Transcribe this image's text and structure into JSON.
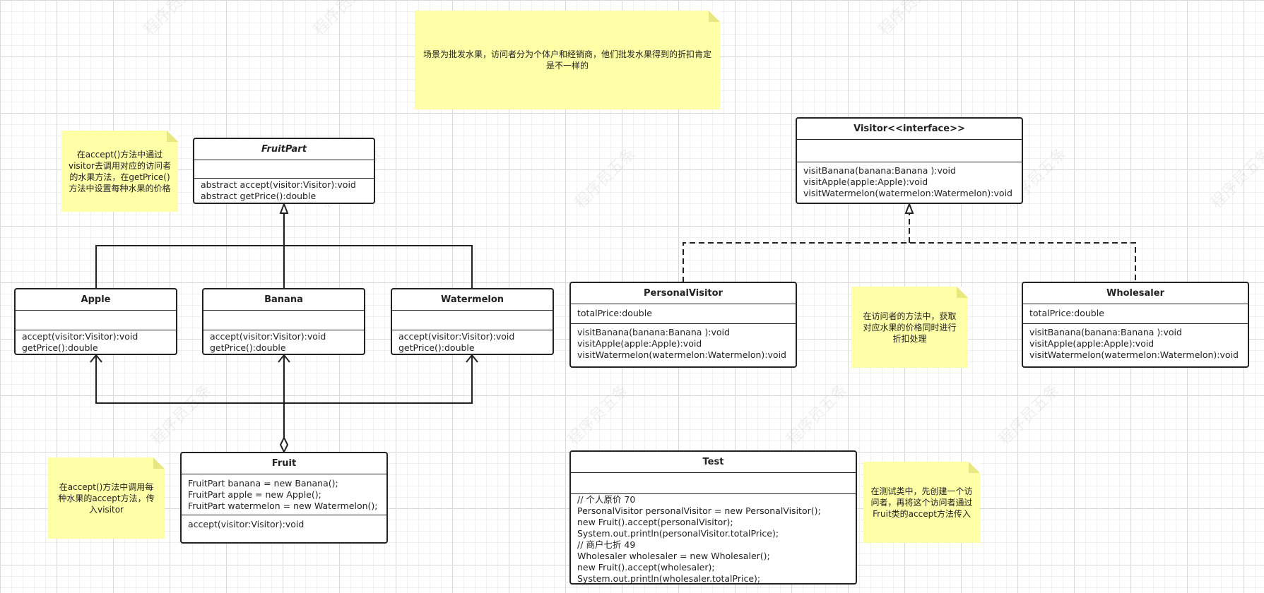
{
  "notes": {
    "top": "场景为批发水果，访问者分为个体户和经销商，他们批发水果得到的折扣肯定是不一样的",
    "fruitpart": "在accept()方法中通过visitor去调用对应的访问者的水果方法，在getPrice()方法中设置每种水果的价格",
    "fruit": "在accept()方法中调用每种水果的accept方法，传入visitor",
    "visitor": "在访问者的方法中，获取对应水果的价格同时进行折扣处理",
    "test": "在测试类中，先创建一个访问者，再将这个访问者通过Fruit类的accept方法传入"
  },
  "classes": {
    "fruitpart": {
      "name": "FruitPart",
      "methods": [
        "abstract accept(visitor:Visitor):void",
        "abstract getPrice():double"
      ]
    },
    "apple": {
      "name": "Apple",
      "methods": [
        "accept(visitor:Visitor):void",
        "getPrice():double"
      ]
    },
    "banana": {
      "name": "Banana",
      "methods": [
        "accept(visitor:Visitor):void",
        "getPrice():double"
      ]
    },
    "watermelon": {
      "name": "Watermelon",
      "methods": [
        "accept(visitor:Visitor):void",
        "getPrice():double"
      ]
    },
    "fruit": {
      "name": "Fruit",
      "fields": [
        "FruitPart banana = new Banana();",
        "FruitPart apple = new Apple();",
        "FruitPart watermelon = new Watermelon();"
      ],
      "methods": [
        "accept(visitor:Visitor):void"
      ]
    },
    "visitor": {
      "name": "Visitor<<interface>>",
      "methods": [
        "visitBanana(banana:Banana ):void",
        "visitApple(apple:Apple):void",
        "visitWatermelon(watermelon:Watermelon):void"
      ]
    },
    "personal": {
      "name": "PersonalVisitor",
      "fields": [
        "totalPrice:double"
      ],
      "methods": [
        "visitBanana(banana:Banana ):void",
        "visitApple(apple:Apple):void",
        "visitWatermelon(watermelon:Watermelon):void"
      ]
    },
    "wholesaler": {
      "name": "Wholesaler",
      "fields": [
        "totalPrice:double"
      ],
      "methods": [
        "visitBanana(banana:Banana ):void",
        "visitApple(apple:Apple):void",
        "visitWatermelon(watermelon:Watermelon):void"
      ]
    },
    "test": {
      "name": "Test",
      "methods": [
        "// 个人原价 70",
        "PersonalVisitor personalVisitor = new PersonalVisitor();",
        "new Fruit().accept(personalVisitor);",
        "System.out.println(personalVisitor.totalPrice);",
        "// 商户七折 49",
        "Wholesaler wholesaler = new Wholesaler();",
        "new Fruit().accept(wholesaler);",
        "System.out.println(wholesaler.totalPrice);"
      ]
    }
  },
  "watermark": "程序员五条",
  "colors": {
    "note": "#ffffa8",
    "line": "#222222"
  }
}
